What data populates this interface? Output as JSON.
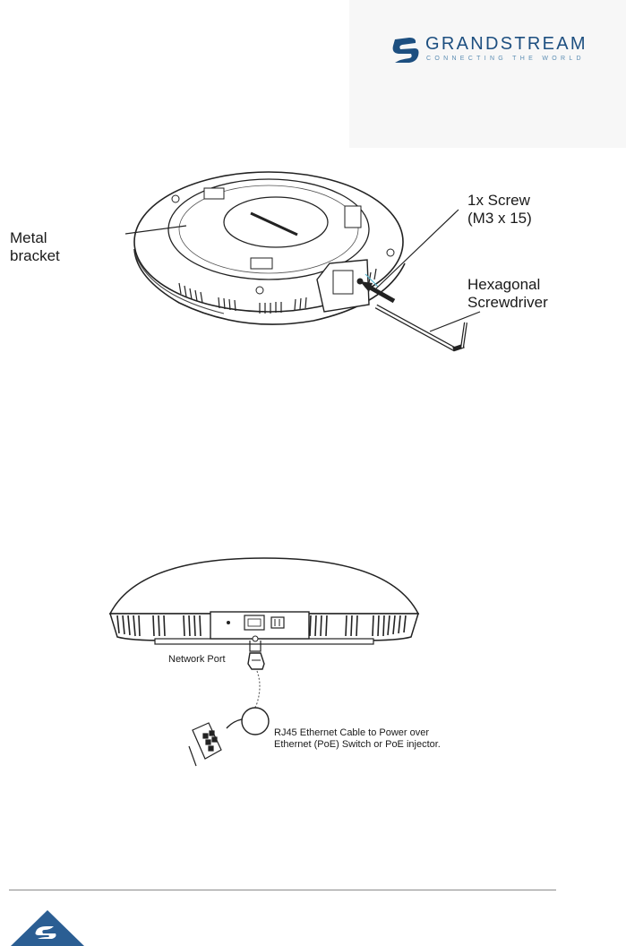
{
  "brand": {
    "name": "GRANDSTREAM",
    "tagline": "CONNECTING THE WORLD",
    "colors": {
      "primary": "#1d4f80",
      "secondary": "#5c8db3",
      "footer_mark": "#2b5e93"
    }
  },
  "figure1": {
    "labels": {
      "metal_bracket_line1": "Metal",
      "metal_bracket_line2": "bracket",
      "screw_line1": "1x Screw",
      "screw_line2": "(M3 x 15)",
      "screwdriver_line1": "Hexagonal",
      "screwdriver_line2": "Screwdriver"
    }
  },
  "figure2": {
    "labels": {
      "network_port": "Network Port",
      "cable_line1": "RJ45  Ethernet  Cable  to  Power  over",
      "cable_line2": "Ethernet (PoE) Switch or PoE injector."
    }
  }
}
